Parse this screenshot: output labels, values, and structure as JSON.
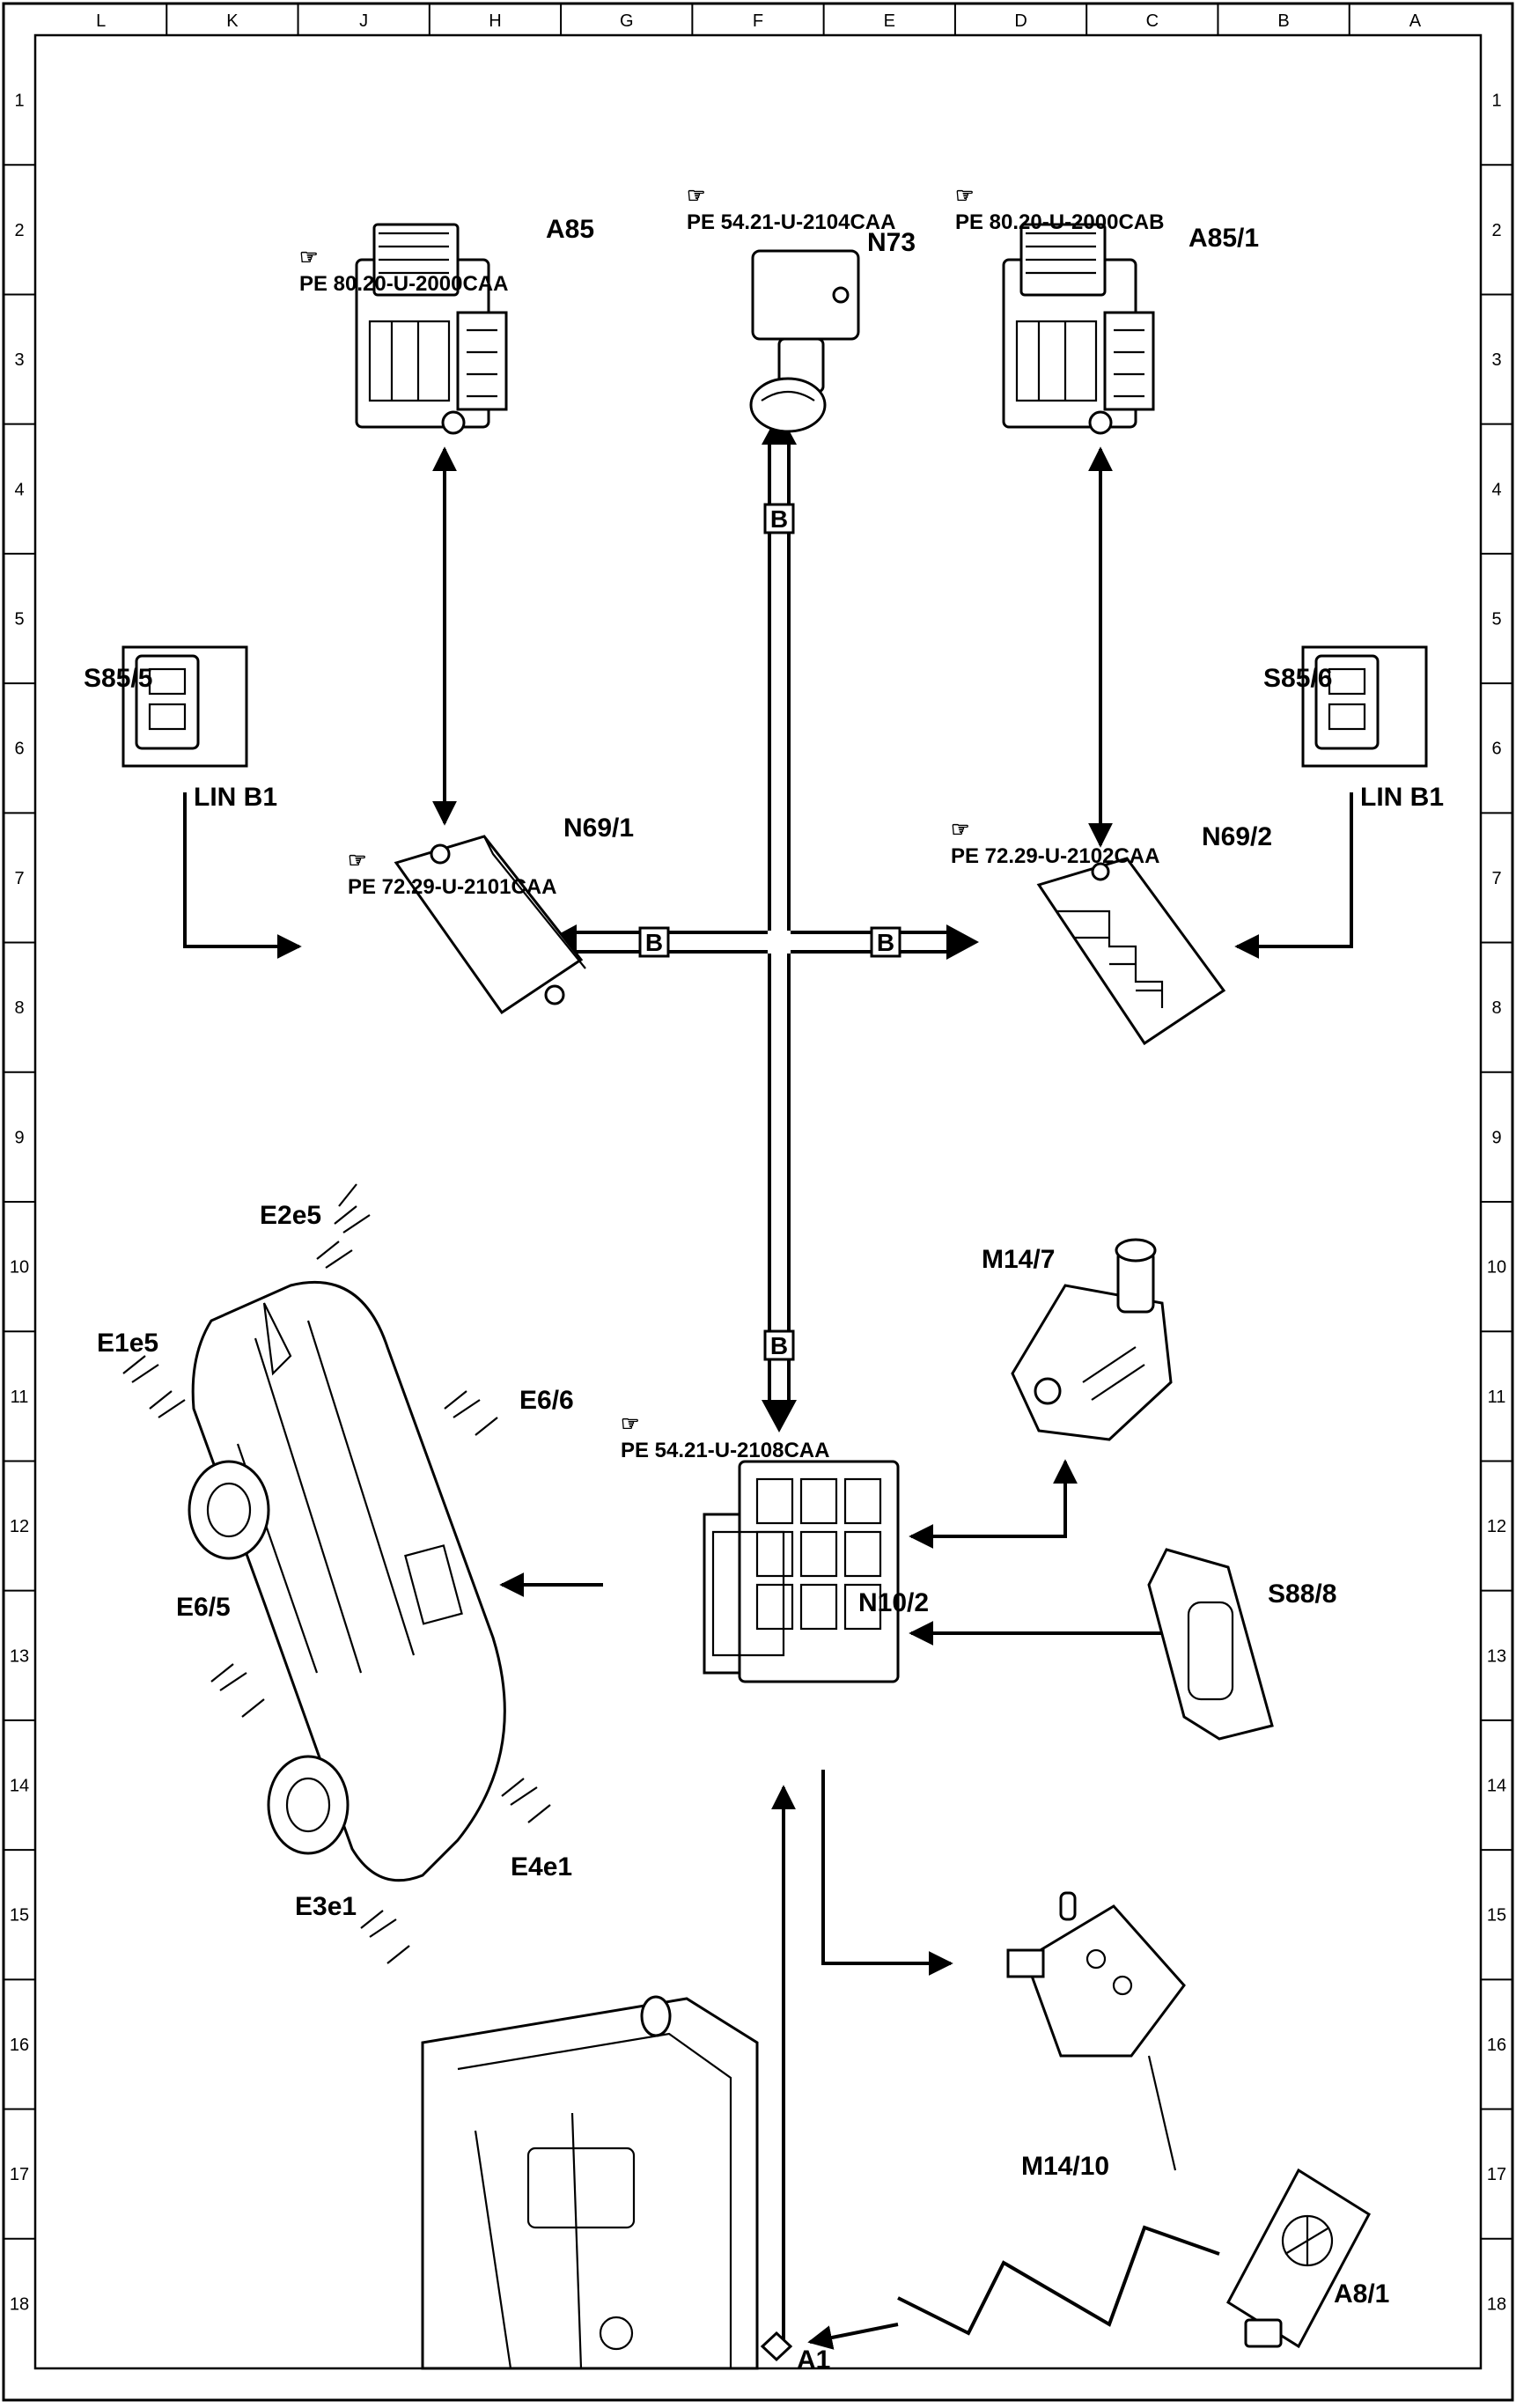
{
  "border": {
    "column_letters": [
      "L",
      "K",
      "J",
      "H",
      "G",
      "F",
      "E",
      "D",
      "C",
      "B",
      "A"
    ],
    "row_numbers": [
      "1",
      "2",
      "3",
      "4",
      "5",
      "6",
      "7",
      "8",
      "9",
      "10",
      "11",
      "12",
      "13",
      "14",
      "15",
      "16",
      "17",
      "18"
    ]
  },
  "components": {
    "A85": {
      "label": "A85",
      "ref": "PE 80.20-U-2000CAA"
    },
    "N73": {
      "label": "N73",
      "ref": "PE 54.21-U-2104CAA"
    },
    "A85_1": {
      "label": "A85/1",
      "ref": "PE 80.20-U-2000CAB"
    },
    "S85_5": {
      "label": "S85/5"
    },
    "S85_6": {
      "label": "S85/6"
    },
    "N69_1": {
      "label": "N69/1",
      "ref": "PE 72.29-U-2101CAA"
    },
    "N69_2": {
      "label": "N69/2",
      "ref": "PE 72.29-U-2102CAA"
    },
    "M14_7": {
      "label": "M14/7"
    },
    "N10_2": {
      "label": "N10/2",
      "ref": "PE 54.21-U-2108CAA"
    },
    "S88_8": {
      "label": "S88/8"
    },
    "M14_10": {
      "label": "M14/10"
    },
    "A8_1": {
      "label": "A8/1"
    },
    "A1": {
      "label": "A1"
    }
  },
  "lights": {
    "E2e5": "E2e5",
    "E1e5": "E1e5",
    "E6_6": "E6/6",
    "E6_5": "E6/5",
    "E4e1": "E4e1",
    "E3e1": "E3e1"
  },
  "bus_label": "B",
  "lin_label": "LIN B1",
  "ref_icon": "pointing-hand-icon",
  "colors": {
    "ink": "#000000",
    "paper": "#ffffff"
  }
}
